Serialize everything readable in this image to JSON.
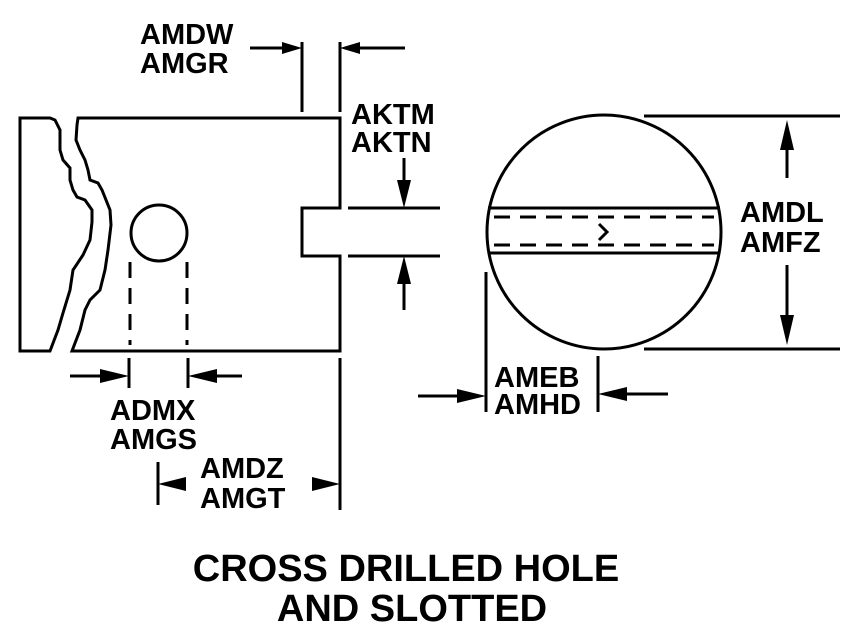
{
  "labels": {
    "amdw": "AMDW",
    "amgr": "AMGR",
    "aktm": "AKTM",
    "aktn": "AKTN",
    "admx": "ADMX",
    "amgs": "AMGS",
    "amdz": "AMDZ",
    "amgt": "AMGT",
    "amdl": "AMDL",
    "amfz": "AMFZ",
    "ameb": "AMEB",
    "amhd": "AMHD"
  },
  "title": {
    "line1": "CROSS DRILLED HOLE",
    "line2": "AND SLOTTED"
  }
}
